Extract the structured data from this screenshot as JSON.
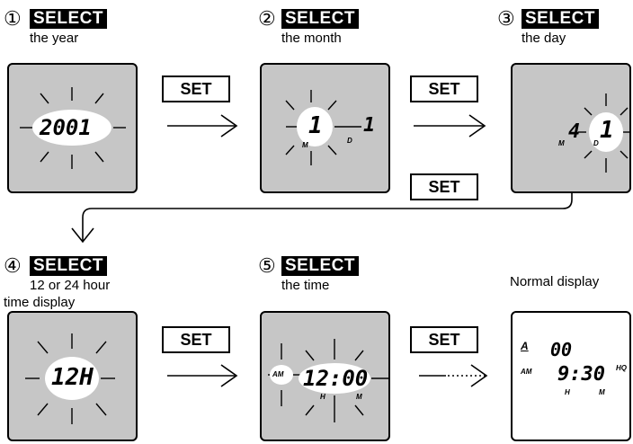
{
  "steps": [
    {
      "num": "①",
      "select": "SELECT",
      "caption": "the year"
    },
    {
      "num": "②",
      "select": "SELECT",
      "caption": "the month"
    },
    {
      "num": "③",
      "select": "SELECT",
      "caption": "the day"
    },
    {
      "num": "④",
      "select": "SELECT",
      "caption_line1": "12 or 24 hour",
      "caption_line2": "time display"
    },
    {
      "num": "⑤",
      "select": "SELECT",
      "caption": "the time"
    }
  ],
  "normal_display_label": "Normal display",
  "set_label": "SET",
  "screens": {
    "year": {
      "value": "2001"
    },
    "month": {
      "month": "1",
      "day": "1",
      "m_marker": "M",
      "d_marker": "D"
    },
    "day": {
      "month": "4",
      "day": "1",
      "m_marker": "M",
      "d_marker": "D"
    },
    "hour_mode": {
      "value": "12H"
    },
    "time": {
      "am": "AM",
      "value": "12:00",
      "h_marker": "H",
      "m_marker": "M"
    },
    "normal": {
      "alarm": "A",
      "seconds": "00",
      "am": "AM",
      "time": "9:30",
      "hq": "HQ",
      "h_marker": "H",
      "m_marker": "M"
    }
  }
}
